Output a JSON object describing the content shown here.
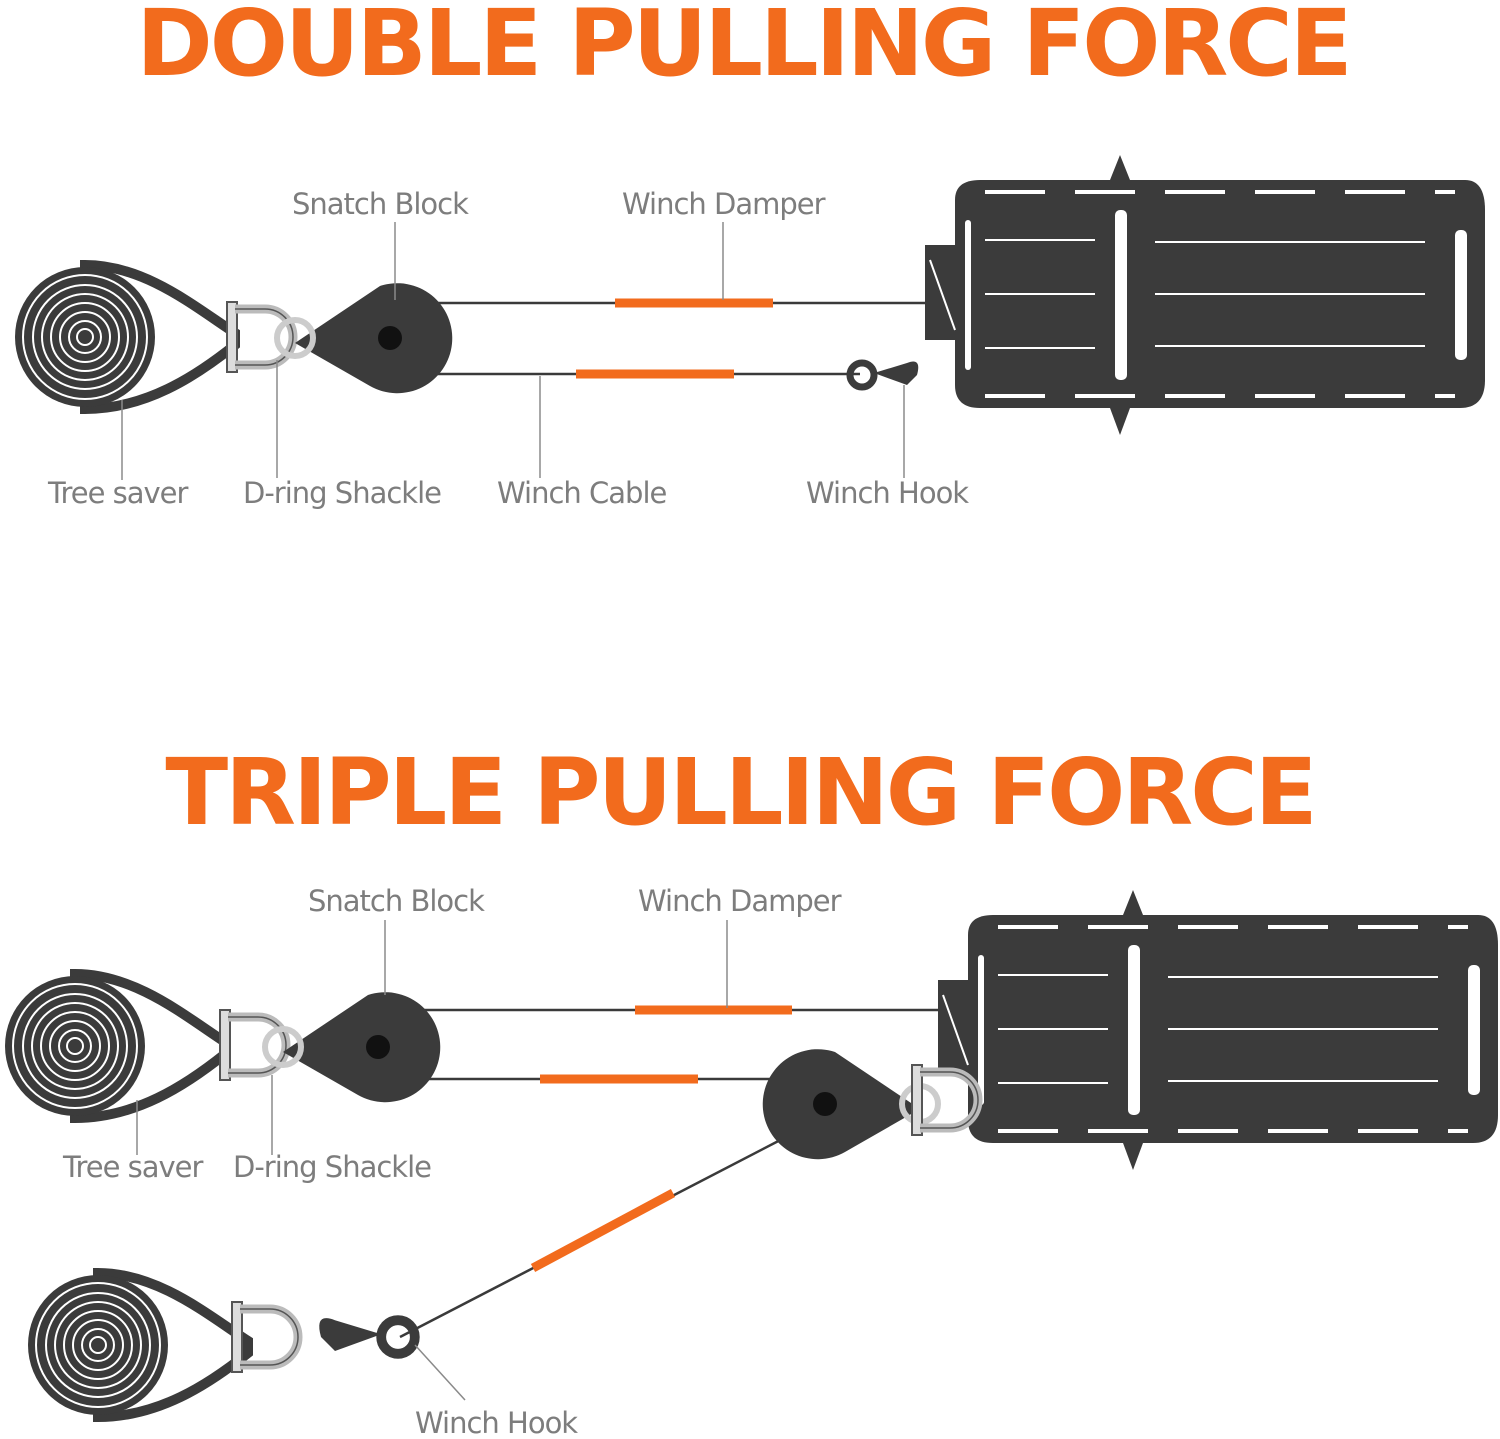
{
  "sections": [
    {
      "title": "DOUBLE PULLING FORCE",
      "labels": {
        "snatch_block": "Snatch Block",
        "winch_damper": "Winch Damper",
        "tree_saver": "Tree saver",
        "d_ring_shackle": "D-ring Shackle",
        "winch_cable": "Winch Cable",
        "winch_hook": "Winch Hook"
      }
    },
    {
      "title": "TRIPLE PULLING FORCE",
      "labels": {
        "snatch_block": "Snatch Block",
        "winch_damper": "Winch Damper",
        "tree_saver": "Tree saver",
        "d_ring_shackle": "D-ring Shackle",
        "winch_hook": "Winch Hook"
      }
    }
  ],
  "colors": {
    "accent": "#f26b1d",
    "equipment": "#3b3b3b",
    "label": "#7d7d7d"
  }
}
